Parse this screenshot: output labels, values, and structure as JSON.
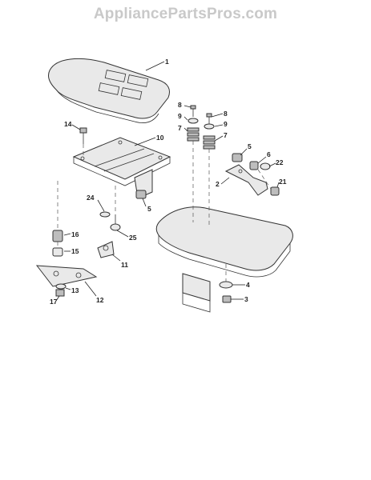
{
  "watermark": "AppliancePartsPros.com",
  "callouts": {
    "c1": "1",
    "c2": "2",
    "c3": "3",
    "c4": "4",
    "c5a": "5",
    "c5b": "5",
    "c6": "6",
    "c7a": "7",
    "c7b": "7",
    "c8a": "8",
    "c8b": "8",
    "c9a": "9",
    "c9b": "9",
    "c10": "10",
    "c11": "11",
    "c12": "12",
    "c13": "13",
    "c14": "14",
    "c15": "15",
    "c16": "16",
    "c17": "17",
    "c21": "21",
    "c22": "22",
    "c24": "24",
    "c25": "25"
  }
}
